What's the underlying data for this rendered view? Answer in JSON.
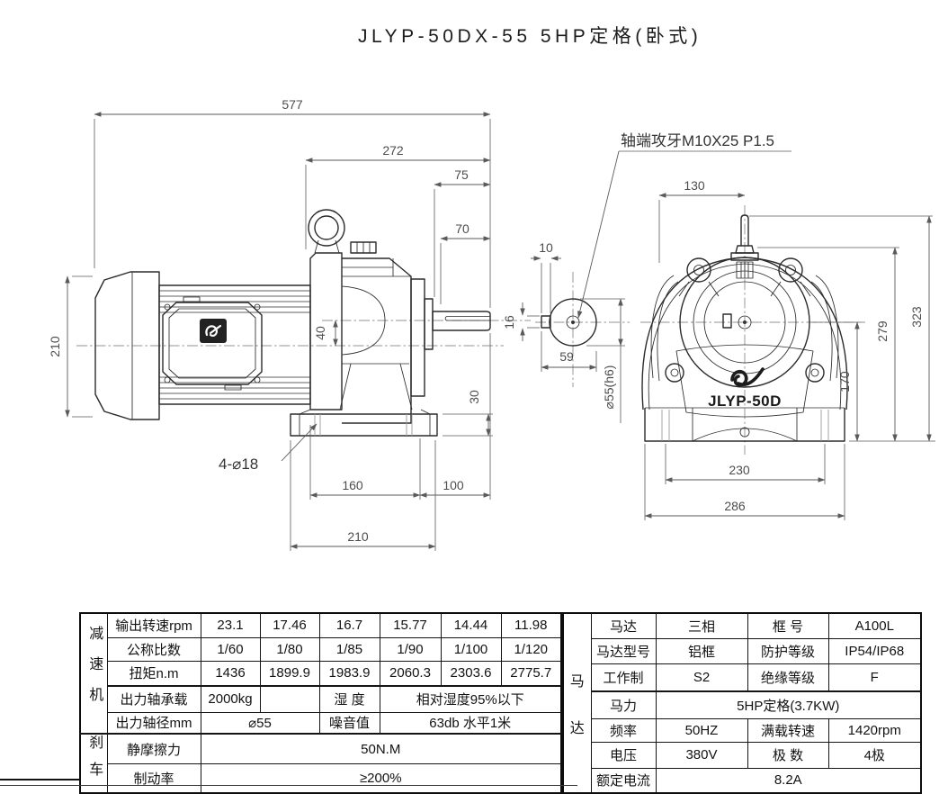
{
  "title": "JLYP-50DX-55  5HP定格(卧式)",
  "drawing": {
    "shaft_end_note": "轴端攻牙M10X25 P1.5",
    "front_model_label": "JLYP-50D",
    "dims": {
      "overall_length": "577",
      "gear_section_length": "272",
      "dim75": "75",
      "dim70": "70",
      "motor_height": "210",
      "shaft_offset": "40",
      "foot_height": "30",
      "foot_holes": "4-⌀18",
      "dim160": "160",
      "dim100": "100",
      "base_length": "210",
      "key_width": "10",
      "key_height": "16",
      "dim59": "59",
      "shaft_diameter": "⌀55(h6)",
      "dim130": "130",
      "dim279": "279",
      "dim323": "323",
      "dim170": "170",
      "dim230": "230",
      "dim286": "286"
    }
  },
  "spec_table": {
    "reducer": {
      "group": "减速机",
      "speed_row": {
        "label": "输出转速rpm",
        "values": [
          "23.1",
          "17.46",
          "16.7",
          "15.77",
          "14.44",
          "11.98"
        ]
      },
      "ratio_row": {
        "label": "公称比数",
        "values": [
          "1/60",
          "1/80",
          "1/85",
          "1/90",
          "1/100",
          "1/120"
        ]
      },
      "torque_row": {
        "label": "扭矩n.m",
        "values": [
          "1436",
          "1899.9",
          "1983.9",
          "2060.3",
          "2303.6",
          "2775.7"
        ]
      },
      "load_row": {
        "label": "出力轴承载",
        "value": "2000kg",
        "humidity_label": "湿 度",
        "humidity_value": "相对湿度95%以下"
      },
      "shaft_row": {
        "label": "出力轴径mm",
        "value": "⌀55",
        "noise_label": "噪音值",
        "noise_value": "63db 水平1米"
      }
    },
    "brake": {
      "group": "刹车",
      "friction_row": {
        "label": "静摩擦力",
        "value": "50N.M"
      },
      "rate_row": {
        "label": "制动率",
        "value": "≥200%"
      }
    },
    "motor": {
      "group_char1": "马",
      "group_char2": "达",
      "rows": [
        {
          "label": "马达",
          "value": "三相",
          "label2": "框 号",
          "value2": "A100L"
        },
        {
          "label": "马达型号",
          "value": "铝框",
          "label2": "防护等级",
          "value2": "IP54/IP68"
        },
        {
          "label": "工作制",
          "value": "S2",
          "label2": "绝缘等级",
          "value2": "F"
        },
        {
          "label": "马力",
          "value": "5HP定格(3.7KW)"
        },
        {
          "label": "频率",
          "value": "50HZ",
          "label2": "满载转速",
          "value2": "1420rpm"
        },
        {
          "label": "电压",
          "value": "380V",
          "label2": "极 数",
          "value2": "4极"
        },
        {
          "label": "额定电流",
          "value": "8.2A"
        }
      ]
    }
  }
}
